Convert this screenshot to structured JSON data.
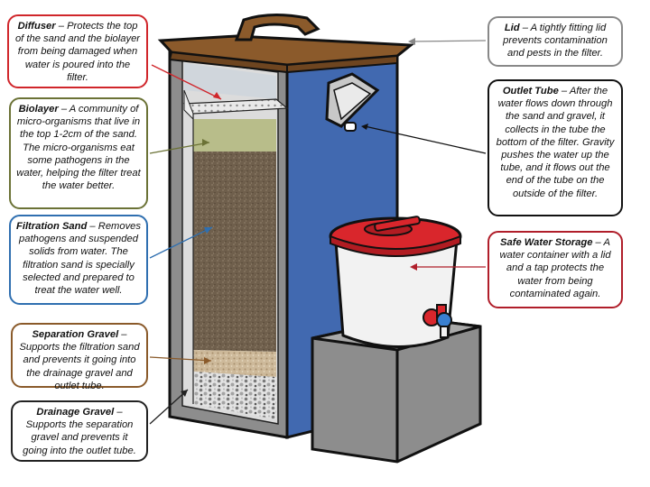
{
  "colors": {
    "diffuser": "#d0262b",
    "biolayer": "#6b7236",
    "filtration_sand": "#2f6fb0",
    "separation_gravel": "#8a5a2a",
    "drainage_gravel": "#222222",
    "lid": "#888888",
    "outlet_tube": "#111111",
    "safe_water_storage": "#b01e2a",
    "filter_body_blue": "#4169b0",
    "lid_brown": "#8b5a2b",
    "bucket_lid_red": "#d9262c"
  },
  "callouts": {
    "diffuser": {
      "title": "Diffuser",
      "text": " – Protects the top of the sand and the biolayer from being damaged when water is poured into the filter."
    },
    "biolayer": {
      "title": "Biolayer",
      "text": " – A community of micro-organisms that live in the top 1-2cm of the sand. The micro-organisms eat some pathogens in the water, helping the filter treat the water better."
    },
    "filtration_sand": {
      "title": "Filtration Sand",
      "text": " – Removes pathogens and suspended solids from water. The filtration sand is specially selected and prepared to treat the water well."
    },
    "separation_gravel": {
      "title": "Separation Gravel",
      "text": " – Supports the filtration sand and prevents it going into the drainage gravel and outlet tube."
    },
    "drainage_gravel": {
      "title": "Drainage Gravel",
      "text": " – Supports the separation gravel and prevents it going into the outlet tube."
    },
    "lid": {
      "title": "Lid",
      "text": " – A tightly fitting lid prevents contamination and pests in the filter."
    },
    "outlet_tube": {
      "title": "Outlet Tube",
      "text": " – After the water flows down through the sand and gravel, it collects in the tube the bottom of the filter. Gravity pushes the water up the tube, and it flows out the end of the tube on the outside of the filter."
    },
    "safe_water_storage": {
      "title": "Safe Water Storage",
      "text": " – A water container with a lid and a tap protects the water from being contaminated again."
    }
  }
}
